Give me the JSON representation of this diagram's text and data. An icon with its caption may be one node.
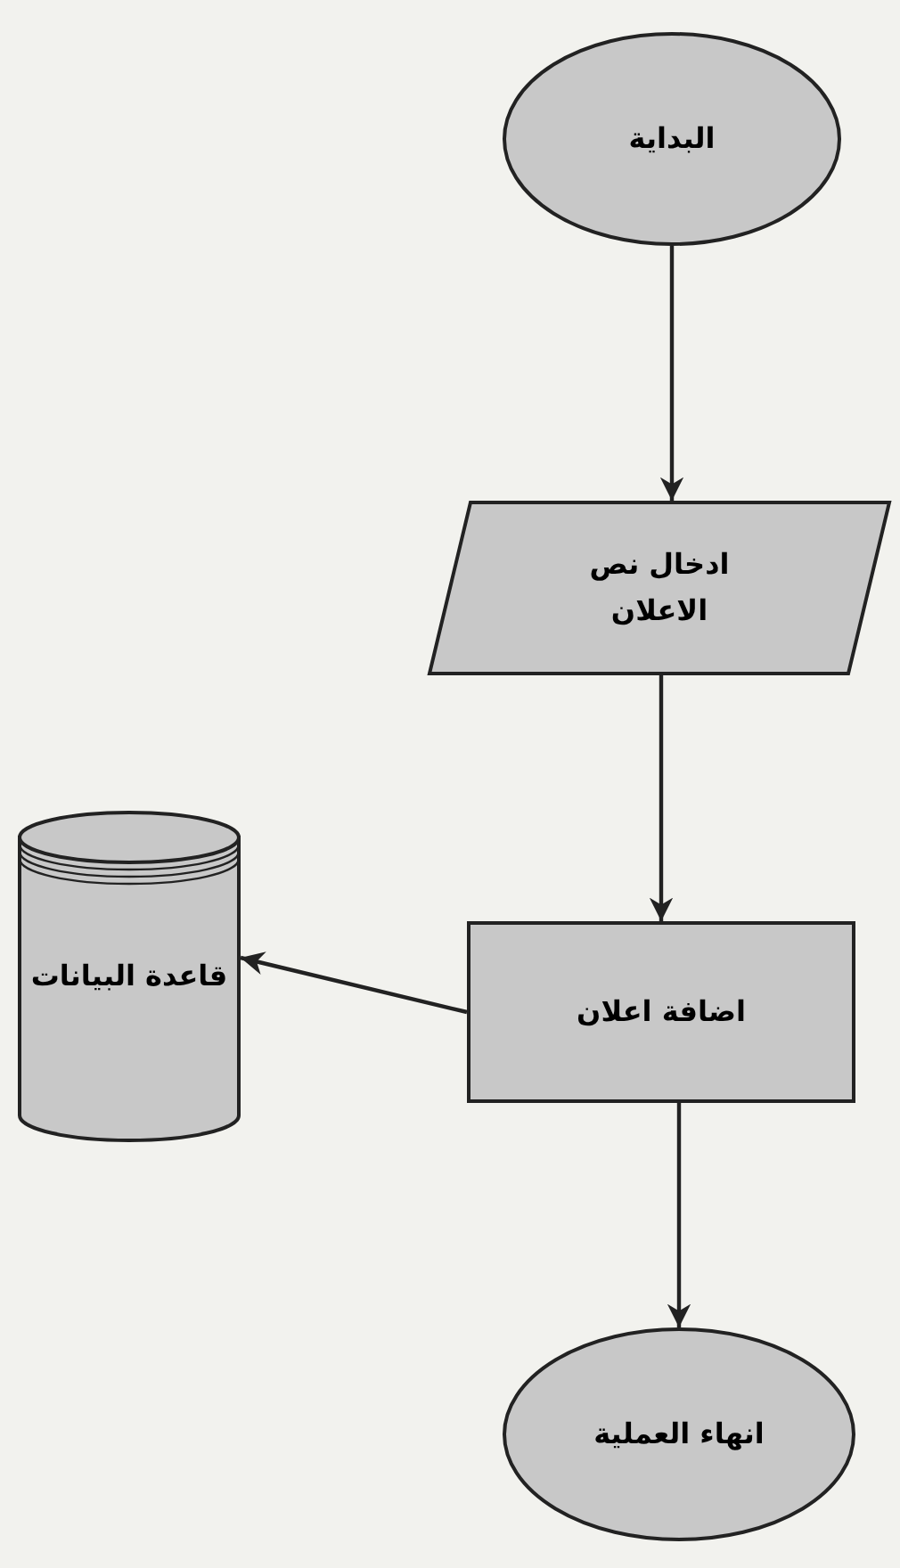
{
  "diagram": {
    "nodes": [
      {
        "text": [
          "البداية"
        ]
      },
      {
        "text": [
          "ادخال نص الاعلان"
        ]
      },
      {
        "text": [
          "اضافة اعلان"
        ]
      },
      {
        "text": [
          "قاعدة البيانات"
        ]
      },
      {
        "text": [
          "انهاء العملية"
        ]
      }
    ],
    "edges": [
      {
        "from": 0,
        "to": 1,
        "arrow": "to"
      },
      {
        "from": 1,
        "to": 2,
        "arrow": "to"
      },
      {
        "from": 2,
        "to": 3,
        "arrow": "to"
      },
      {
        "from": 2,
        "to": 4,
        "arrow": "to"
      }
    ]
  }
}
